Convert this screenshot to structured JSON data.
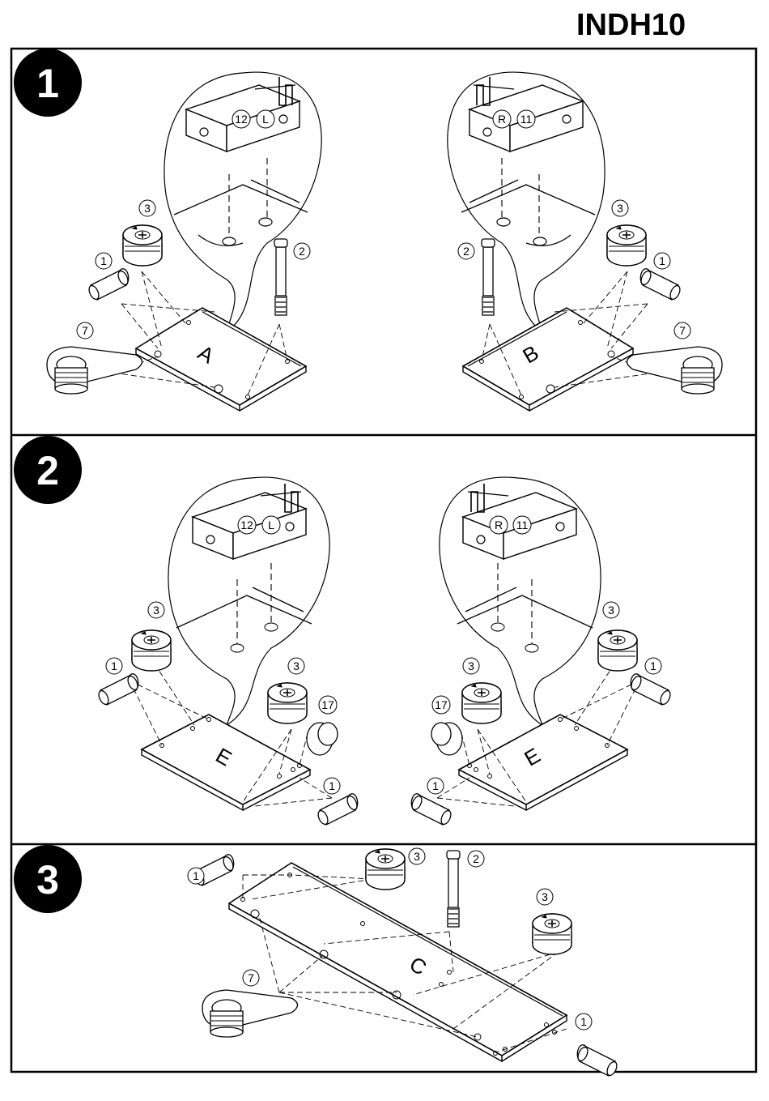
{
  "document": {
    "code": "INDH10"
  },
  "steps": [
    {
      "number": "1",
      "panels": [
        "A",
        "B"
      ]
    },
    {
      "number": "2",
      "panels": [
        "E",
        "E"
      ]
    },
    {
      "number": "3",
      "panels": [
        "C"
      ]
    }
  ],
  "callouts": {
    "step1": {
      "left": [
        "3",
        "1",
        "7",
        "2",
        "12",
        "L"
      ],
      "right": [
        "3",
        "1",
        "7",
        "2",
        "R",
        "11"
      ]
    },
    "step2": {
      "left": [
        "3",
        "1",
        "3",
        "17",
        "1",
        "12",
        "L"
      ],
      "right": [
        "3",
        "1",
        "3",
        "17",
        "1",
        "R",
        "11"
      ]
    },
    "step3": [
      "1",
      "3",
      "2",
      "3",
      "7",
      "1"
    ]
  },
  "icons": [
    "cam-lock-icon",
    "dowel-icon",
    "cam-bolt-icon",
    "hinge-block-icon",
    "cam-cover-icon",
    "connector-icon"
  ]
}
